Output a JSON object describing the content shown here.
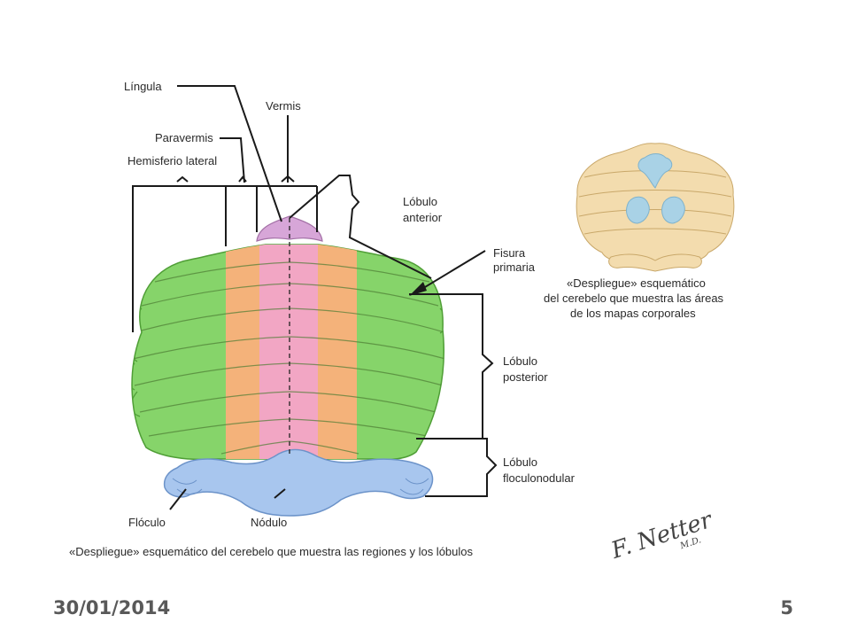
{
  "labels": {
    "lingula": "Língula",
    "vermis": "Vermis",
    "paravermis": "Paravermis",
    "hemisferio": "Hemisferio lateral",
    "lobulo_anterior": [
      "Lóbulo",
      "anterior"
    ],
    "fisura_primaria": [
      "Fisura",
      "primaria"
    ],
    "lobulo_posterior": [
      "Lóbulo",
      "posterior"
    ],
    "lobulo_floculonodular": [
      "Lóbulo",
      "floculonodular"
    ],
    "floculo": "Flóculo",
    "nodulo": "Nódulo"
  },
  "main_caption": "«Despliegue» esquemático del cerebelo que muestra las regiones y los lóbulos",
  "inset_caption": [
    "«Despliegue» esquemático",
    "del cerebelo que muestra las áreas",
    "de los mapas corporales"
  ],
  "signature": "F. Netter",
  "signature_suffix": "M.D.",
  "footer": {
    "date": "30/01/2014",
    "page": "5"
  },
  "colors": {
    "hemisphere_green": "#86d46a",
    "paravermis_orange": "#f4b27a",
    "vermis_pink": "#f2a6c4",
    "lingula_purple": "#d7a6d8",
    "flocculonodular_blue": "#a8c6ee",
    "inset_beige": "#f3dcae",
    "inset_blue": "#a9d2e6"
  }
}
